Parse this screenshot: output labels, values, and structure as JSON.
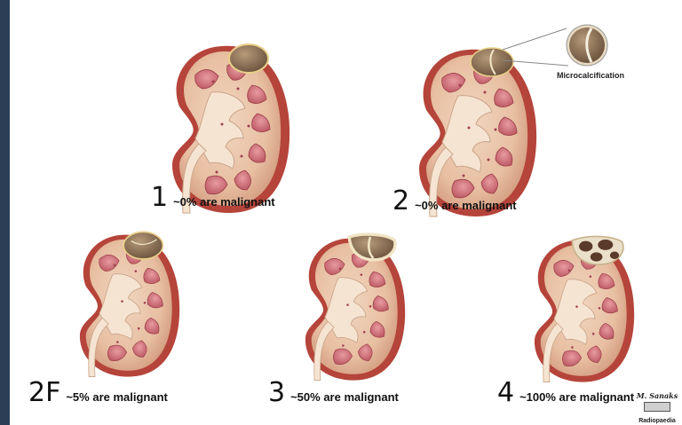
{
  "panels": [
    {
      "number": "1",
      "caption": "~0% are malignant",
      "cyst": "simple"
    },
    {
      "number": "2",
      "caption": "~0% are malignant",
      "cyst": "septated"
    },
    {
      "number": "2F",
      "caption": "~5% are malignant",
      "cyst": "minimally-complex"
    },
    {
      "number": "3",
      "caption": "~50% are malignant",
      "cyst": "thick-walled"
    },
    {
      "number": "4",
      "caption": "~100% are malignant",
      "cyst": "solid-enhancing"
    }
  ],
  "callout": {
    "label": "Microcalcification"
  },
  "credit": {
    "author": "M. Sanaks",
    "license_icon": "cc-by-nc-sa-badge",
    "source": "Radiopaedia"
  },
  "colors": {
    "sidebar": "#2c3e55",
    "cortex": "#c98b6f",
    "medulla": "#c96a72",
    "capsule": "#b5443a",
    "cyst": "#8a6e4e"
  }
}
